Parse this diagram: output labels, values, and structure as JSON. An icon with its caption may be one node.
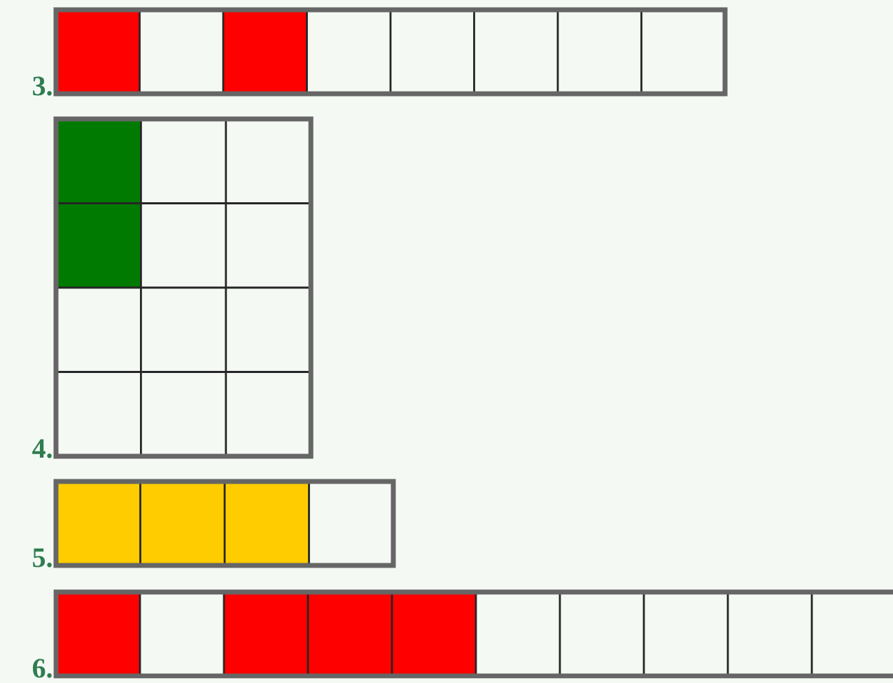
{
  "diagram": {
    "labels": [
      "3.",
      "4.",
      "5.",
      "6."
    ]
  }
}
